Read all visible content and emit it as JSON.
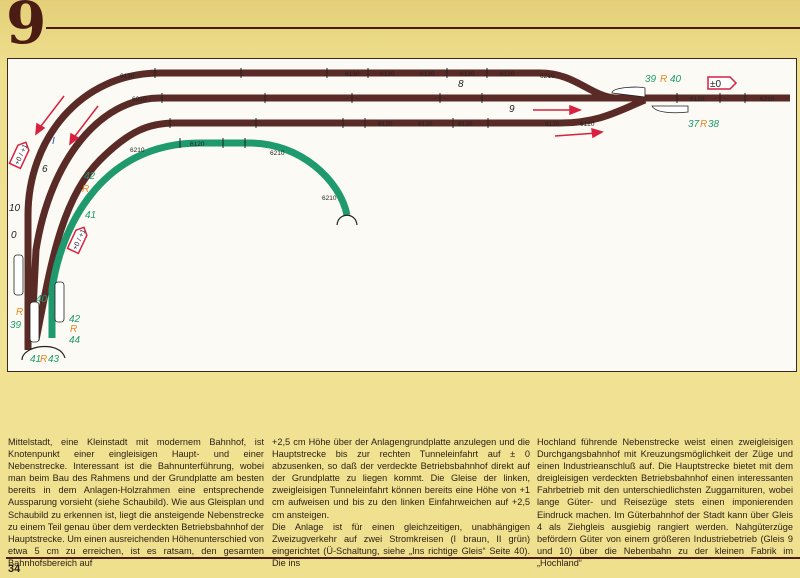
{
  "header": {
    "chapter_number": "9"
  },
  "diagram": {
    "colors": {
      "main_track": "#5a2a26",
      "branch_track": "#1f9a6e",
      "arrow": "#d8213f",
      "label_green": "#1f9a6e",
      "label_orange": "#e8871e",
      "label_blue": "#2a55c0"
    },
    "track_labels": [
      "6130",
      "6130",
      "6130",
      "6130",
      "6120",
      "6120",
      "6210",
      "6120",
      "6210",
      "6130",
      "6130",
      "6120",
      "6120",
      "6210",
      "6130",
      "6210",
      "6120",
      "6210",
      "6210"
    ],
    "height_markers": {
      "right": "±0",
      "left_top": "+0 / +1",
      "left_mid": "+0 / +1"
    },
    "item_numbers": {
      "n8": "8",
      "n9": "9",
      "n10": "10",
      "n6": "6",
      "n0": "0",
      "circuit": "I"
    },
    "connections": {
      "top_right": [
        "39",
        "R",
        "40"
      ],
      "bottom_right": [
        "37",
        "R",
        "38"
      ],
      "left_upper": [
        "42",
        "R",
        "41"
      ],
      "left_a": [
        "40",
        "R",
        "39"
      ],
      "left_b": [
        "42",
        "R",
        "44"
      ],
      "left_c": [
        "41",
        "R",
        "43"
      ]
    }
  },
  "text": {
    "col1": "Mittelstadt, eine Kleinstadt mit modernem Bahnhof, ist Knotenpunkt einer eingleisigen Haupt- und einer Nebenstrecke. Interessant ist die Bahnunterführung, wobei man beim Bau des Rahmens und der Grundplatte am besten bereits in dem Anlagen-Holzrahmen eine entsprechende Aussparung vorsieht (siehe Schaubild). Wie aus Gleisplan und Schaubild zu erkennen ist, liegt die ansteigende Nebenstrecke zu einem Teil genau über dem verdeckten Betriebsbahnhof der Hauptstrecke. Um einen ausreichenden Höhenunterschied von etwa 5 cm zu erreichen, ist es ratsam, den gesamten Bahnhofsbereich auf",
    "col2a": "+2,5 cm Höhe über der Anlagengrundplatte anzulegen und die Hauptstrecke bis zur rechten Tunneleinfahrt auf ± 0 abzusenken, so daß der verdeckte Betriebsbahnhof direkt auf der Grundplatte zu liegen kommt. Die Gleise der linken, zweigleisigen Tunneleinfahrt können bereits eine Höhe von +1 cm aufweisen und bis zu den linken Einfahrweichen auf +2,5 cm ansteigen.",
    "col2b": "Die Anlage ist für einen gleichzeitigen, unabhängigen Zweizugverkehr auf zwei Stromkreisen (I braun, II grün) eingerichtet (Ü-Schaltung, siehe „Ins richtige Gleis“ Seite 40). Die ins",
    "col3": "Hochland führende Nebenstrecke weist einen zweigleisigen Durchgangsbahnhof mit Kreuzungsmöglichkeit der Züge und einen Industrieanschluß auf. Die Hauptstrecke bietet mit dem dreigleisigen verdeckten Betriebsbahnhof einen interessanten Fahrbetrieb mit den unterschiedlichsten Zuggarnituren, wobei lange Güter- und Reisezüge stets einen imponierenden Eindruck machen. Im Güterbahnhof der Stadt kann über Gleis 4 als Ziehgleis ausgiebig rangiert werden. Nahgüterzüge befördern Güter von einem größeren Industriebetrieb (Gleis 9 und 10) über die Nebenbahn zu der kleinen Fabrik im „Hochland“"
  },
  "footer": {
    "page_number": "34"
  }
}
